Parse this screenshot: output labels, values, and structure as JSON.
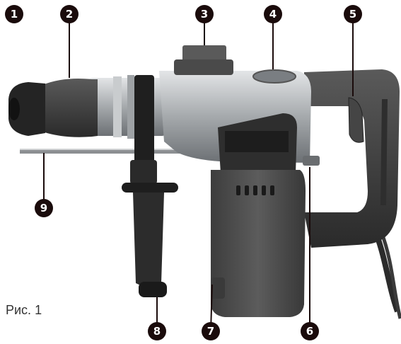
{
  "figure": {
    "caption": "Рис. 1",
    "callouts": [
      {
        "label": "1",
        "part_icon": "chuck-tip-icon"
      },
      {
        "label": "2",
        "part_icon": "chuck-sleeve-icon"
      },
      {
        "label": "3",
        "part_icon": "mode-switch-icon"
      },
      {
        "label": "4",
        "part_icon": "top-housing-icon"
      },
      {
        "label": "5",
        "part_icon": "trigger-switch-icon"
      },
      {
        "label": "6",
        "part_icon": "side-lock-button-icon"
      },
      {
        "label": "7",
        "part_icon": "motor-housing-icon"
      },
      {
        "label": "8",
        "part_icon": "auxiliary-handle-icon"
      },
      {
        "label": "9",
        "part_icon": "depth-gauge-rod-icon"
      }
    ],
    "colors": {
      "badge": "#1a0b0b",
      "badge_text": "#ffffff",
      "body_dark": "#3e3e3e",
      "body_mid": "#5a5a5a",
      "metal": "#a9adb0",
      "metal_light": "#d3d6d8"
    }
  }
}
